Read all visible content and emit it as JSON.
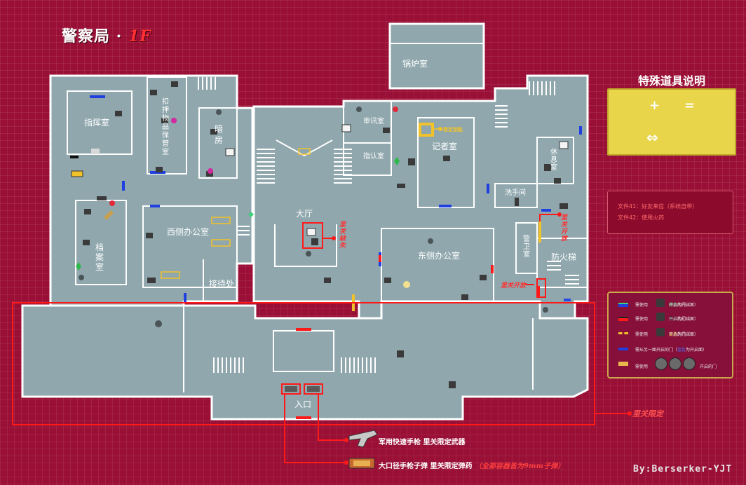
{
  "title": {
    "main": "警察局 · ",
    "floor": "1F"
  },
  "rooms": {
    "boiler": "锅炉室",
    "command": "指挥室",
    "evidence": [
      "扣",
      "押",
      "物",
      "品",
      "保",
      "管",
      "室"
    ],
    "darkroom": [
      "暗",
      "房"
    ],
    "interrogation": "审讯室",
    "identification": "指认室",
    "press": "记者室",
    "rest": [
      "休",
      "息",
      "室"
    ],
    "archive": [
      "档",
      "案",
      "室"
    ],
    "west_office": "西侧办公室",
    "hall": "大厅",
    "washroom": "洗手间",
    "guard": [
      "警",
      "卫",
      "室"
    ],
    "fire_stairs": "防火梯",
    "east_office": "东侧办公室",
    "reception": "接待处",
    "entrance": "入口"
  },
  "special_items": {
    "title": "特殊道具说明",
    "plus": "+",
    "equals": "=",
    "swap": "⇔",
    "icons": [
      "tool-bag-icon",
      "red-jewel-icon",
      "medallion-icon",
      "medallion-icon",
      "medallion-icon"
    ]
  },
  "files": [
    "文件41：好友来信（系统自带）",
    "文件42：使用火药"
  ],
  "legend": {
    "items": [
      {
        "text": "需使用",
        "after": "开启的门（",
        "hl": "绿色",
        "end": "为开启面）",
        "color": "#3ed07a"
      },
      {
        "text": "需使用",
        "after": "开启的门（",
        "hl": "黑色",
        "end": "为初始面）",
        "color": "#222222"
      },
      {
        "text": "需使用",
        "after": "开启的门（",
        "hl": "黄色",
        "end": "为开启面）",
        "color": "#f2c22a"
      },
      {
        "text": "需从另一面开启的门（",
        "hl": "蓝色",
        "end": "为开启面）",
        "color": "#2a4adf"
      },
      {
        "text": "需使用",
        "after": "",
        "hl": "",
        "end": "开启的门",
        "color": "#e8b64a"
      }
    ]
  },
  "labels": {
    "chain1": [
      "里",
      "关",
      "缺",
      "失"
    ],
    "chain2": [
      "里",
      "关",
      "开",
      "放"
    ],
    "chain3": "里关开放",
    "limit": "里关限定",
    "press_item": "限定钥匙"
  },
  "captions": {
    "gun": "军用快速手枪  里关限定武器",
    "ammo": "大口径手枪子弹  里关限定弹药",
    "ammo_note": "（全部容器皆为9mm子弹）"
  },
  "credit": "By:Berserker-YJT",
  "colors": {
    "floor": "#8fa7ad",
    "wall": "#ffffff",
    "accent": "#ff1a1a",
    "blue": "#1f3fe0",
    "legend_border": "#c8a84a"
  }
}
